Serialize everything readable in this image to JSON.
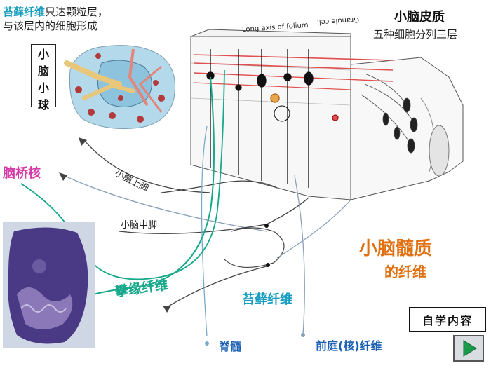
{
  "slide": {
    "mossy_head": {
      "highlight": "苔藓纤维",
      "rest": "只达颗粒层，"
    },
    "mossy_line2": "与该层内的细胞形成",
    "glomerulus": [
      "小",
      "脑",
      "小",
      "球"
    ],
    "cortex": {
      "title": "小脑皮质",
      "subtitle": "五种细胞分列三层"
    },
    "pontine_nucleus": "脑桥核",
    "superior_peduncle": "小脑上脚",
    "middle_peduncle": "小脑中脚",
    "medulla": {
      "title": "小脑髓质",
      "subtitle": "的纤维"
    },
    "climbing_fiber": "攀缘纤维",
    "mossy_fiber": "苔藓纤维",
    "spinal_cord": "脊髓",
    "vestibular": "前庭(核)纤维",
    "self_study": "自学内容",
    "diagram_labels": {
      "long_axis": "Long axis of folium",
      "granule": "Granule cell"
    }
  },
  "colors": {
    "mossy": "#1a9ec0",
    "pontine": "#d63aa6",
    "climbing": "#16a88a",
    "medulla": "#e07010",
    "bottom_labels": "#1a5fb4"
  },
  "icons": {
    "next": "play-arrow-icon"
  }
}
